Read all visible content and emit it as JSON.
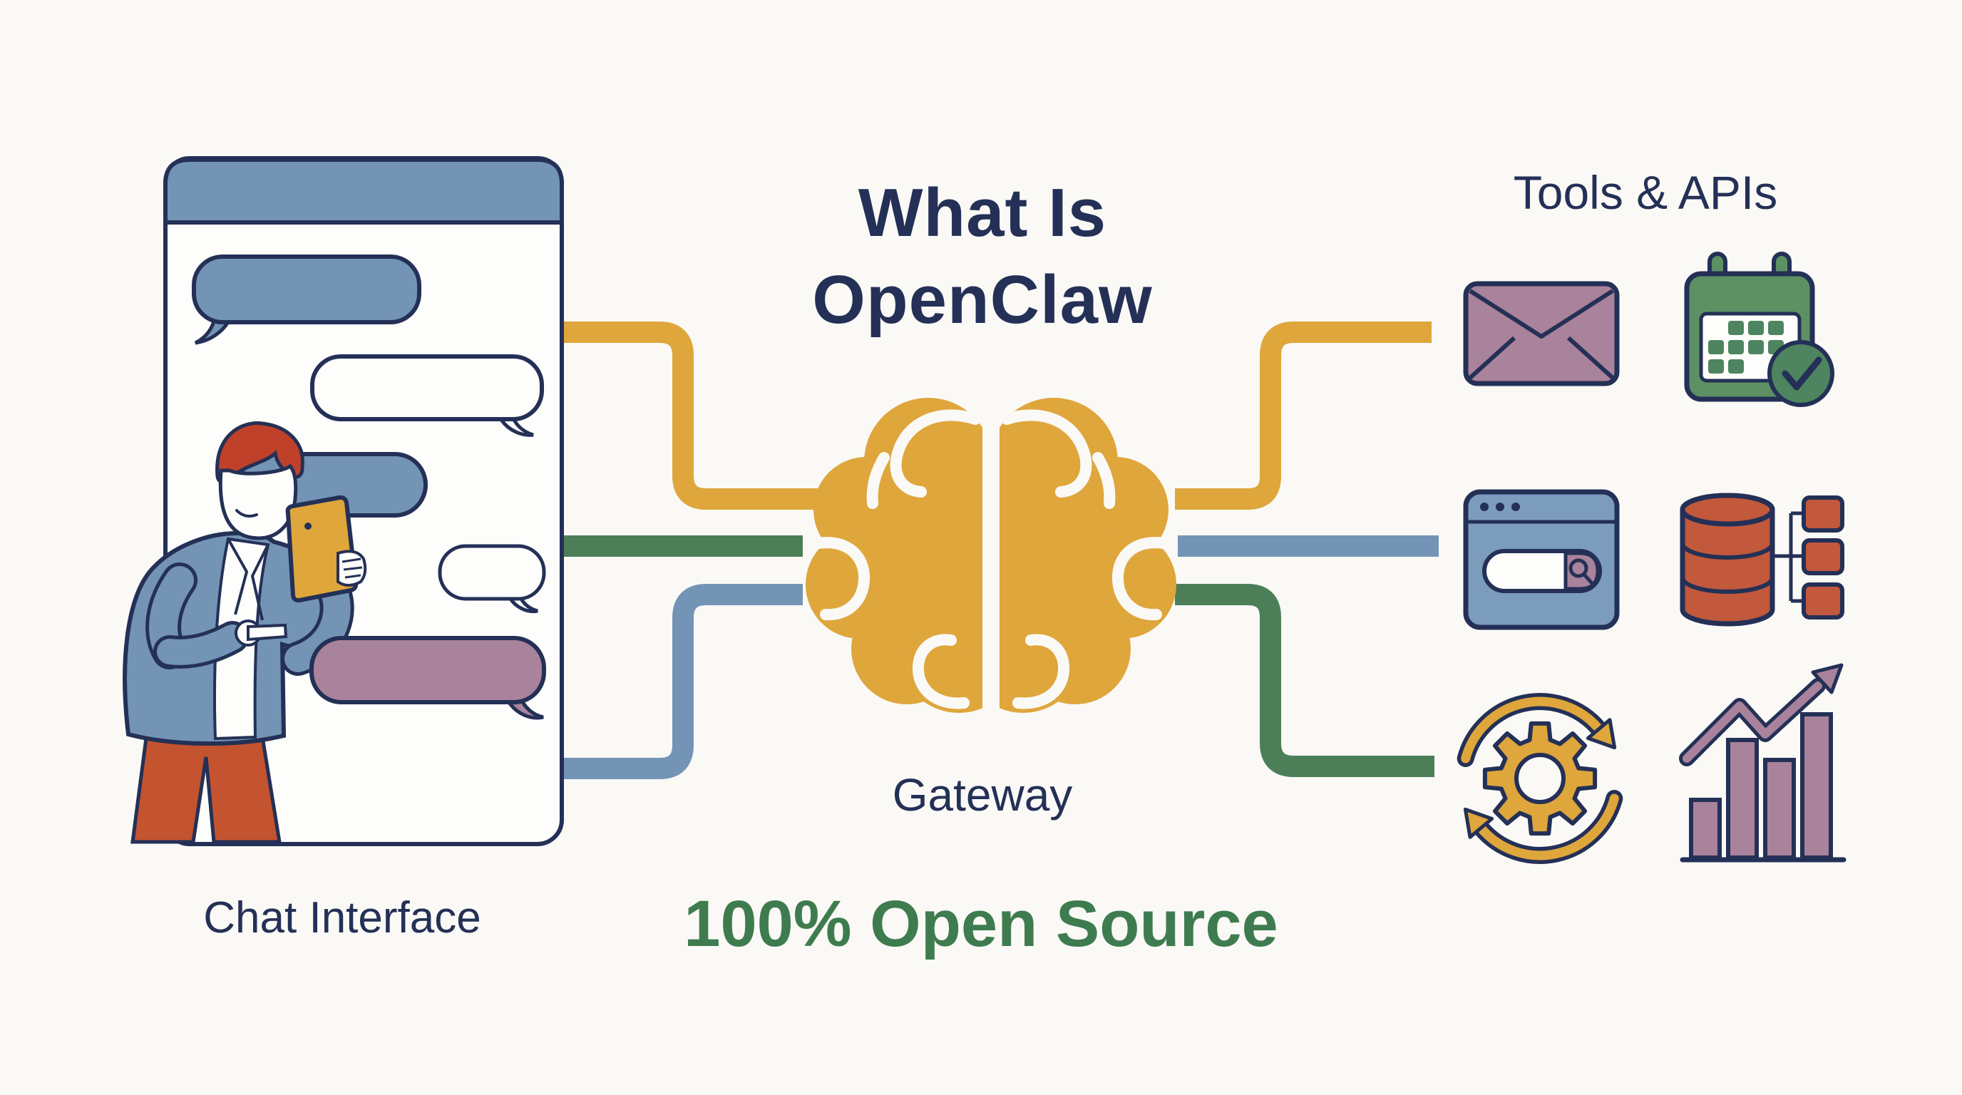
{
  "title": {
    "line1": "What Is",
    "line2": "OpenClaw"
  },
  "labels": {
    "chat_interface": "Chat Interface",
    "gateway": "Gateway",
    "tools_apis": "Tools & APIs",
    "open_source": "100% Open Source"
  },
  "center": {
    "icon": "brain-icon",
    "caption": "Gateway"
  },
  "left_panel": {
    "icon": "chat-interface-illustration",
    "caption": "Chat Interface",
    "bubbles": [
      {
        "style": "blue",
        "tail": "bottom-left"
      },
      {
        "style": "white-outline",
        "tail": "bottom-right"
      },
      {
        "style": "blue-pill",
        "tail": "none"
      },
      {
        "style": "white-outline-small",
        "tail": "bottom-right"
      },
      {
        "style": "purple",
        "tail": "bottom-right"
      }
    ]
  },
  "right_panel": {
    "caption": "Tools & APIs",
    "icons": [
      {
        "name": "email-icon"
      },
      {
        "name": "calendar-check-icon"
      },
      {
        "name": "browser-search-icon"
      },
      {
        "name": "database-icon"
      },
      {
        "name": "sync-gear-icon"
      },
      {
        "name": "analytics-chart-icon"
      }
    ]
  },
  "connectors": {
    "left": [
      {
        "color_key": "gold"
      },
      {
        "color_key": "green-line"
      },
      {
        "color_key": "blue"
      }
    ],
    "right": [
      {
        "color_key": "gold"
      },
      {
        "color_key": "blue"
      },
      {
        "color_key": "green-line"
      }
    ]
  },
  "colors": {
    "bg": "#FAF9F6",
    "white": "#FDFDFB",
    "navy": "#243056",
    "gold": "#DFA63C",
    "blue": "#7394B5",
    "blue-light": "#7C9CBC",
    "green-line": "#4C7F58",
    "green-cal": "#5D9164",
    "green-sq": "#4E8560",
    "green-text": "#3E7C4F",
    "mauve": "#A9829B",
    "rust": "#C2583C",
    "hair": "#BF4129",
    "pants": "#C4532F"
  }
}
